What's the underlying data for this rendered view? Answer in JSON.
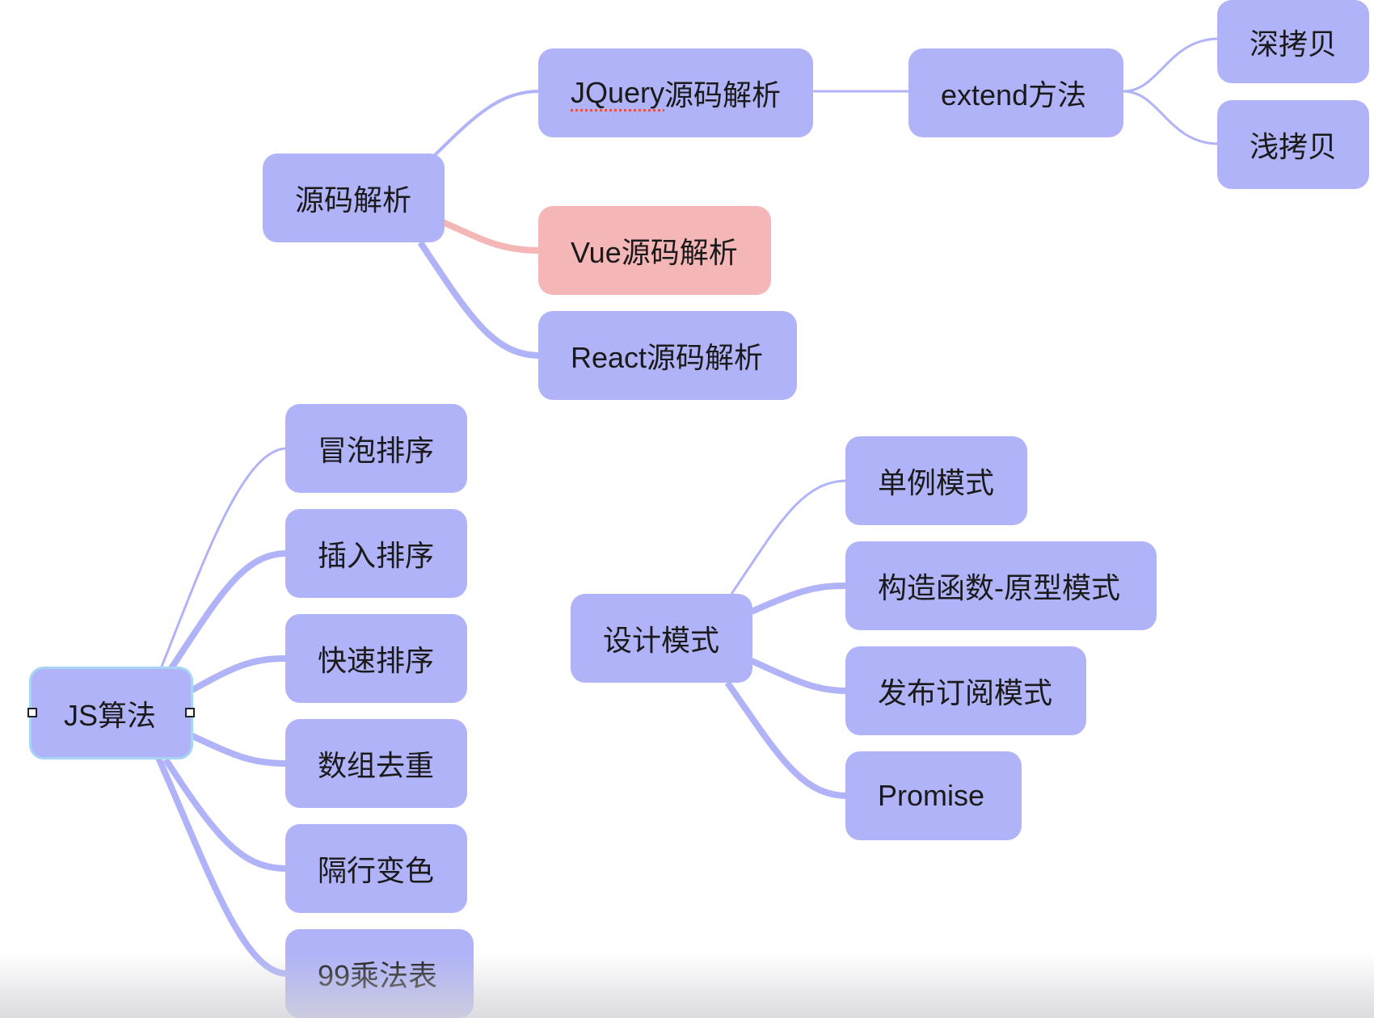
{
  "mindmap": {
    "branch_color": "#b0b3f8",
    "highlight_color": "#f4b6b6",
    "selection_color": "#a8d4f5",
    "nodes": {
      "yuanma": "源码解析",
      "jquery_prefix": "JQuery",
      "jquery_suffix": "源码解析",
      "extend": "extend方法",
      "deep_copy": "深拷贝",
      "shallow_copy": "浅拷贝",
      "vue": "Vue源码解析",
      "react": "React源码解析",
      "js_algo": "JS算法",
      "bubble": "冒泡排序",
      "insert": "插入排序",
      "quick": "快速排序",
      "dedupe": "数组去重",
      "stripe": "隔行变色",
      "table99": "99乘法表",
      "design": "设计模式",
      "singleton": "单例模式",
      "prototype": "构造函数-原型模式",
      "pubsub": "发布订阅模式",
      "promise": "Promise"
    }
  }
}
